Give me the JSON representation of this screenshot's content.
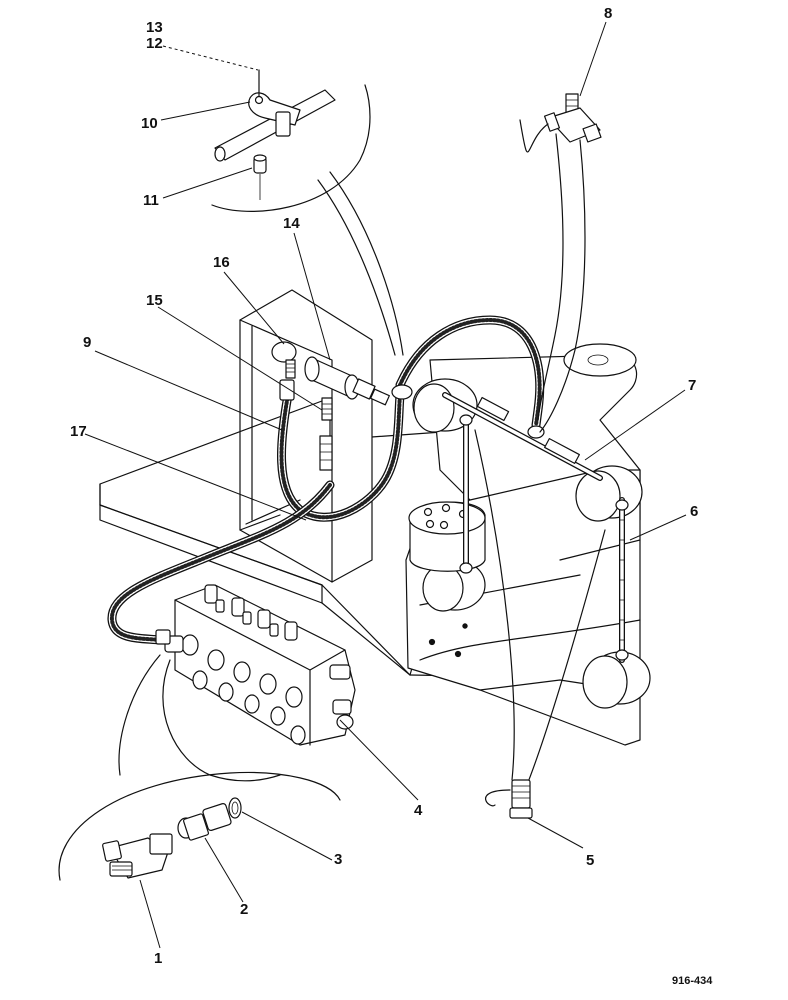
{
  "callouts": {
    "c1": "1",
    "c2": "2",
    "c3": "3",
    "c4": "4",
    "c5": "5",
    "c6": "6",
    "c7": "7",
    "c8": "8",
    "c9": "9",
    "c10": "10",
    "c11": "11",
    "c12": "12",
    "c13": "13",
    "c14": "14",
    "c15": "15",
    "c16": "16",
    "c17": "17"
  },
  "drawing_ref": "916-434",
  "colors": {
    "ink": "#111111",
    "paper": "#ffffff"
  }
}
